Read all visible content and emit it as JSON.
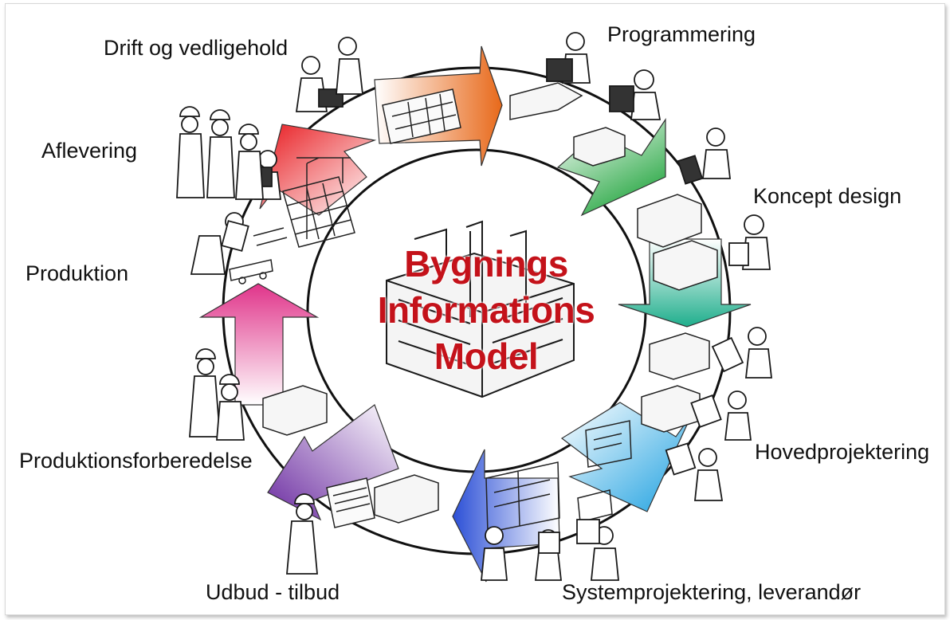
{
  "diagram": {
    "center_title": {
      "line1": "Bygnings",
      "line2": "Informations",
      "line3": "Model",
      "color": "#c4121a"
    },
    "stages": [
      {
        "id": "drift",
        "label": "Drift og vedligehold",
        "arrow_color": "#e8691a"
      },
      {
        "id": "programmering",
        "label": "Programmering",
        "arrow_color": "#2aa845"
      },
      {
        "id": "koncept",
        "label": "Koncept design",
        "arrow_color": "#1fae8c"
      },
      {
        "id": "hovedprojektering",
        "label": "Hovedprojektering",
        "arrow_color": "#1a9fe0"
      },
      {
        "id": "systemprojektering",
        "label": "Systemprojektering, leverandør",
        "arrow_color": "#2b4fd6"
      },
      {
        "id": "udbud",
        "label": "Udbud - tilbud",
        "arrow_color": "#5b2ea3"
      },
      {
        "id": "produktionsforberedelse",
        "label": "Produktionsforberedelse",
        "arrow_color": "#7b3aa8"
      },
      {
        "id": "produktion",
        "label": "Produktion",
        "arrow_color": "#e0348a"
      },
      {
        "id": "aflevering",
        "label": "Aflevering",
        "arrow_color": "#e8191e"
      }
    ],
    "icons": [
      "building-sketch-icon",
      "person-laptop-icon",
      "worker-helmet-icon",
      "crane-icon",
      "drawing-sheet-icon",
      "forklift-icon",
      "truck-icon"
    ]
  }
}
